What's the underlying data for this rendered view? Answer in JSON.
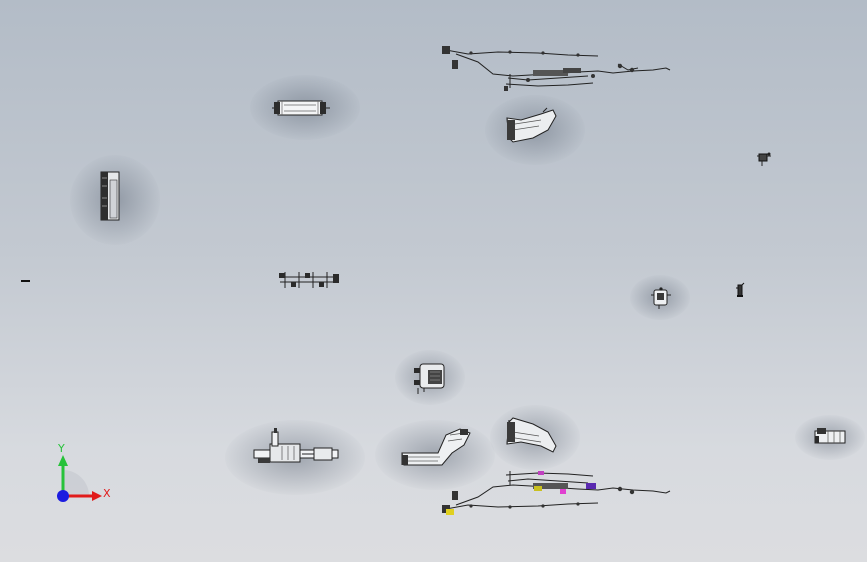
{
  "viewport": {
    "background_top": "#b3bcc7",
    "background_bottom": "#dcdde0"
  },
  "triad": {
    "x_label": "X",
    "y_label": "Y",
    "x_color": "#e11b1b",
    "y_color": "#27c23a",
    "z_color": "#1c1ce0"
  },
  "parts": [
    "wire-harness-top",
    "heat-shield-top",
    "pedal-housing",
    "radiator-core",
    "control-unit",
    "small-bracket",
    "cross-member-rail",
    "mount-bracket",
    "small-pin",
    "engine-mount",
    "steering-gear",
    "intake-duct",
    "heat-shield-bottom",
    "wire-harness-bottom",
    "battery-box",
    "dash-marker"
  ]
}
